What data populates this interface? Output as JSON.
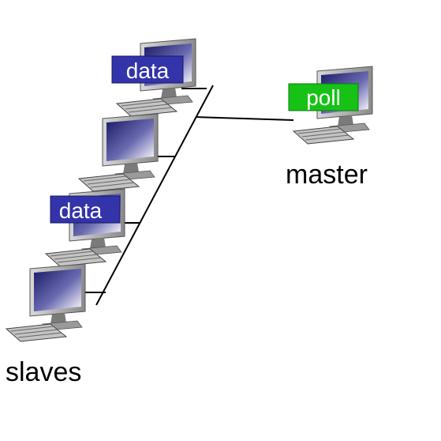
{
  "nodes": {
    "slave_1": {
      "tag": "data"
    },
    "slave_3": {
      "tag": "data"
    },
    "master": {
      "tag": "poll",
      "caption": "master"
    }
  },
  "groups": {
    "slaves_caption": "slaves"
  },
  "colors": {
    "data_tag": "#3333aa",
    "poll_tag": "#16c216",
    "link": "#000000",
    "screen_dark": "#1a1a66",
    "screen_light": "#ffffff",
    "monitor_body": "#9a9a9a",
    "keyboard": "#b8b8b8"
  },
  "icons": {
    "computer": "desktop-computer-icon"
  }
}
